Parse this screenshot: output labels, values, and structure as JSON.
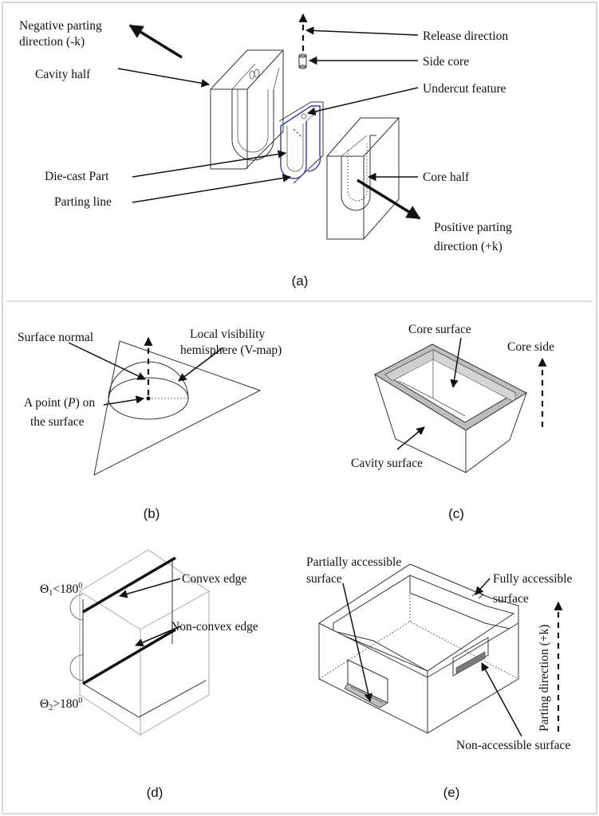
{
  "panel_a": {
    "caption": "(a)",
    "labels": {
      "neg_parting_1": "Negative parting",
      "neg_parting_2": "direction (-k)",
      "cavity_half": "Cavity half",
      "release_direction": "Release direction",
      "side_core": "Side core",
      "undercut_feature": "Undercut feature",
      "die_cast_part": "Die-cast Part",
      "parting_line": "Parting line",
      "core_half": "Core half",
      "pos_parting_1": "Positive parting",
      "pos_parting_2": "direction (+k)"
    }
  },
  "panel_b": {
    "caption": "(b)",
    "labels": {
      "surface_normal": "Surface normal",
      "local_visibility_1": "Local visibility",
      "local_visibility_2": "hemisphere (V-map)",
      "point_1_pre": "A point (",
      "point_1_var": "P",
      "point_1_post": ") on",
      "point_2": "the surface"
    }
  },
  "panel_c": {
    "caption": "(c)",
    "labels": {
      "core_surface": "Core surface",
      "core_side": "Core side",
      "cavity_surface": "Cavity surface"
    }
  },
  "panel_d": {
    "caption": "(d)",
    "labels": {
      "theta1_sym": "Θ",
      "theta1_sub": "1",
      "theta1_rel": "<180",
      "theta1_sup": "0",
      "theta2_sym": "Θ",
      "theta2_sub": "2",
      "theta2_rel": ">180",
      "theta2_sup": "0",
      "convex_edge": "Convex edge",
      "non_convex_edge": "Non-convex edge"
    }
  },
  "panel_e": {
    "caption": "(e)",
    "labels": {
      "partially_1": "Partially accessible",
      "partially_2": "surface",
      "fully_1": "Fully accessible",
      "fully_2": "surface",
      "parting_direction": "Parting direction (+k)",
      "non_accessible": "Non-accessible surface"
    }
  },
  "colors": {
    "border": "#cccccc",
    "shaded_surface": "#bdbdbd",
    "parting_line": "#3a3aa8"
  }
}
